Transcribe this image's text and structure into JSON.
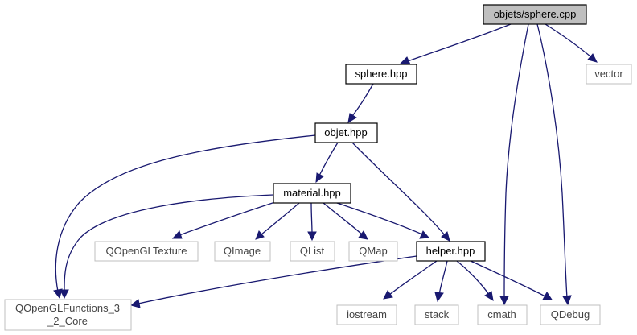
{
  "diagram": {
    "type": "include-dependency-graph",
    "colors": {
      "edge": "#191970",
      "root_fill": "#bfbfbf",
      "internal_border": "#000000",
      "external_border": "#bfbfbf",
      "external_text": "#444444"
    },
    "nodes": {
      "root": {
        "label": "objets/sphere.cpp"
      },
      "sphere_hpp": {
        "label": "sphere.hpp"
      },
      "vector": {
        "label": "vector"
      },
      "objet_hpp": {
        "label": "objet.hpp"
      },
      "material_hpp": {
        "label": "material.hpp"
      },
      "qopengltexture": {
        "label": "QOpenGLTexture"
      },
      "qimage": {
        "label": "QImage"
      },
      "qlist": {
        "label": "QList"
      },
      "qmap": {
        "label": "QMap"
      },
      "helper_hpp": {
        "label": "helper.hpp"
      },
      "qopenglfunctions": {
        "line1": "QOpenGLFunctions_3",
        "line2": "_2_Core"
      },
      "iostream": {
        "label": "iostream"
      },
      "stack": {
        "label": "stack"
      },
      "cmath": {
        "label": "cmath"
      },
      "qdebug": {
        "label": "QDebug"
      }
    },
    "edges": [
      {
        "from": "objets/sphere.cpp",
        "to": "sphere.hpp"
      },
      {
        "from": "objets/sphere.cpp",
        "to": "vector"
      },
      {
        "from": "objets/sphere.cpp",
        "to": "cmath"
      },
      {
        "from": "objets/sphere.cpp",
        "to": "QDebug"
      },
      {
        "from": "sphere.hpp",
        "to": "objet.hpp"
      },
      {
        "from": "objet.hpp",
        "to": "material.hpp"
      },
      {
        "from": "objet.hpp",
        "to": "helper.hpp"
      },
      {
        "from": "objet.hpp",
        "to": "QOpenGLFunctions_3_2_Core"
      },
      {
        "from": "material.hpp",
        "to": "QOpenGLTexture"
      },
      {
        "from": "material.hpp",
        "to": "QImage"
      },
      {
        "from": "material.hpp",
        "to": "QList"
      },
      {
        "from": "material.hpp",
        "to": "QMap"
      },
      {
        "from": "material.hpp",
        "to": "helper.hpp"
      },
      {
        "from": "material.hpp",
        "to": "QOpenGLFunctions_3_2_Core"
      },
      {
        "from": "helper.hpp",
        "to": "QOpenGLFunctions_3_2_Core"
      },
      {
        "from": "helper.hpp",
        "to": "iostream"
      },
      {
        "from": "helper.hpp",
        "to": "stack"
      },
      {
        "from": "helper.hpp",
        "to": "cmath"
      },
      {
        "from": "helper.hpp",
        "to": "QDebug"
      }
    ]
  }
}
